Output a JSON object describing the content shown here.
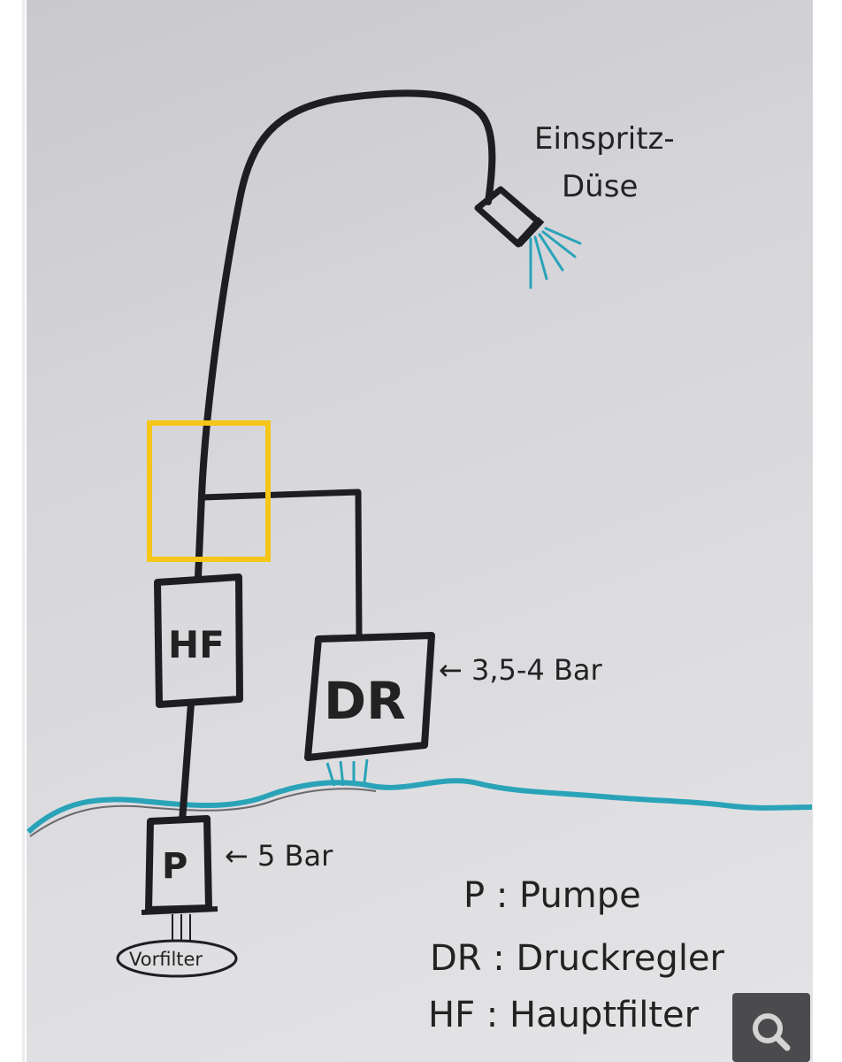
{
  "diagram": {
    "nozzle_label_line1": "Einspritz-",
    "nozzle_label_line2": "Düse",
    "boxes": {
      "hf": "HF",
      "dr": "DR",
      "p": "P",
      "prefilter": "Vorfilter"
    },
    "pressure_dr": "← 3,5-4 Bar",
    "pressure_p": "← 5 Bar",
    "legend": [
      "P : Pumpe",
      "DR : Druckregler",
      "HF : Hauptfilter"
    ],
    "colors": {
      "ink": "#1e1e22",
      "water": "#2aa3b8",
      "highlight": "#f5c518"
    }
  },
  "controls": {
    "zoom_icon": "magnifier-icon"
  }
}
